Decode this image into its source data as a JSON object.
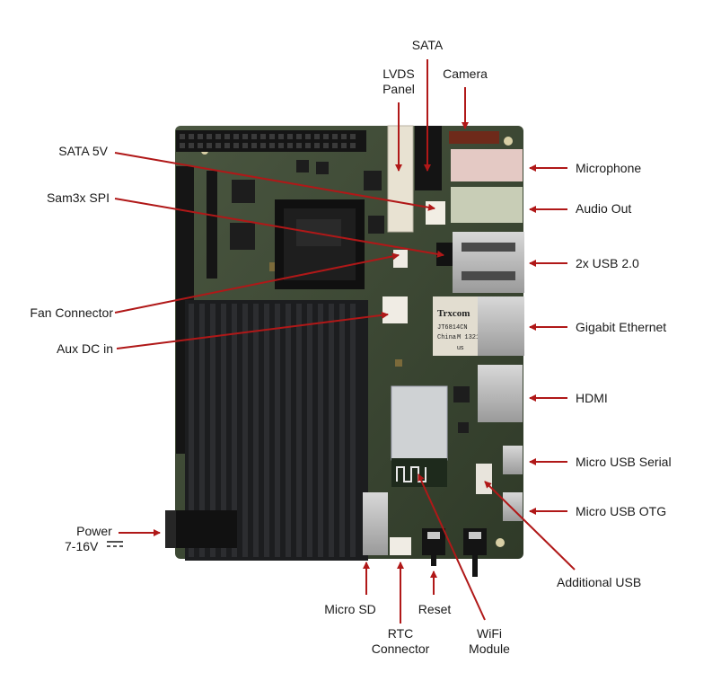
{
  "labels": {
    "sata": "SATA",
    "lvds_line1": "LVDS",
    "lvds_line2": "Panel",
    "camera": "Camera",
    "sata5v": "SATA 5V",
    "sam3x_spi": "Sam3x SPI",
    "fan_connector": "Fan Connector",
    "aux_dc_in": "Aux DC in",
    "power_line1": "Power",
    "power_line2": "7-16V",
    "microphone": "Microphone",
    "audio_out": "Audio Out",
    "usb20": "2x USB 2.0",
    "gigabit_ethernet": "Gigabit Ethernet",
    "hdmi": "HDMI",
    "micro_usb_serial": "Micro USB Serial",
    "micro_usb_otg": "Micro USB OTG",
    "additional_usb": "Additional USB",
    "micro_sd": "Micro SD",
    "rtc_line1": "RTC",
    "rtc_line2": "Connector",
    "reset": "Reset",
    "wifi_line1": "WiFi",
    "wifi_line2": "Module"
  },
  "board_text": {
    "chip_brand": "Trxcom",
    "chip_code": "JT6814CN",
    "chip_origin": "China",
    "chip_mark": "M 1321",
    "chip_cert": "us"
  },
  "colors": {
    "arrow": "#b01818",
    "pcb": "#3d4a33",
    "heatsink": "#1c1d1f"
  }
}
